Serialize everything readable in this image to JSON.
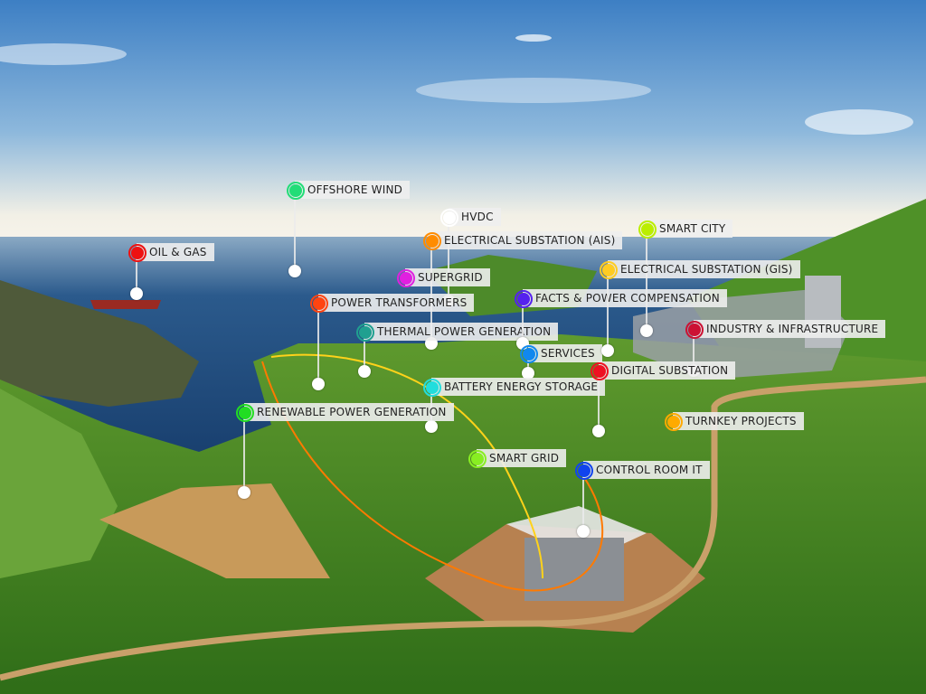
{
  "hotspots": [
    {
      "id": "offshore-wind",
      "label": "OFFSHORE WIND",
      "color": "#22dd77"
    },
    {
      "id": "hvdc",
      "label": "HVDC",
      "color": "#ffffff"
    },
    {
      "id": "electrical-substation-ais",
      "label": "ELECTRICAL SUBSTATION (AIS)",
      "color": "#ff8c00"
    },
    {
      "id": "oil-gas",
      "label": "OIL & GAS",
      "color": "#ee1111"
    },
    {
      "id": "supergrid",
      "label": "SUPERGRID",
      "color": "#e020e0"
    },
    {
      "id": "power-transformers",
      "label": "POWER TRANSFORMERS",
      "color": "#ff4411"
    },
    {
      "id": "thermal-power-generation",
      "label": "THERMAL POWER GENERATION",
      "color": "#20a090"
    },
    {
      "id": "facts-power-compensation",
      "label": "FACTS & POWER COMPENSATION",
      "color": "#5522ee"
    },
    {
      "id": "services",
      "label": "SERVICES",
      "color": "#1188ee"
    },
    {
      "id": "battery-energy-storage",
      "label": "BATTERY ENERGY STORAGE",
      "color": "#22dddd"
    },
    {
      "id": "smart-city",
      "label": "SMART CITY",
      "color": "#bbee00"
    },
    {
      "id": "electrical-substation-gis",
      "label": "ELECTRICAL SUBSTATION (GIS)",
      "color": "#ffcc22"
    },
    {
      "id": "industry-infrastructure",
      "label": "INDUSTRY & INFRASTRUCTURE",
      "color": "#cc1133"
    },
    {
      "id": "digital-substation",
      "label": "DIGITAL SUBSTATION",
      "color": "#ee1122"
    },
    {
      "id": "turnkey-projects",
      "label": "TURNKEY PROJECTS",
      "color": "#ffaa00"
    },
    {
      "id": "renewable-power-generation",
      "label": "RENEWABLE POWER GENERATION",
      "color": "#22dd22"
    },
    {
      "id": "smart-grid",
      "label": "SMART GRID",
      "color": "#88ee22"
    },
    {
      "id": "control-room-it",
      "label": "CONTROL ROOM IT",
      "color": "#1144ee"
    }
  ]
}
